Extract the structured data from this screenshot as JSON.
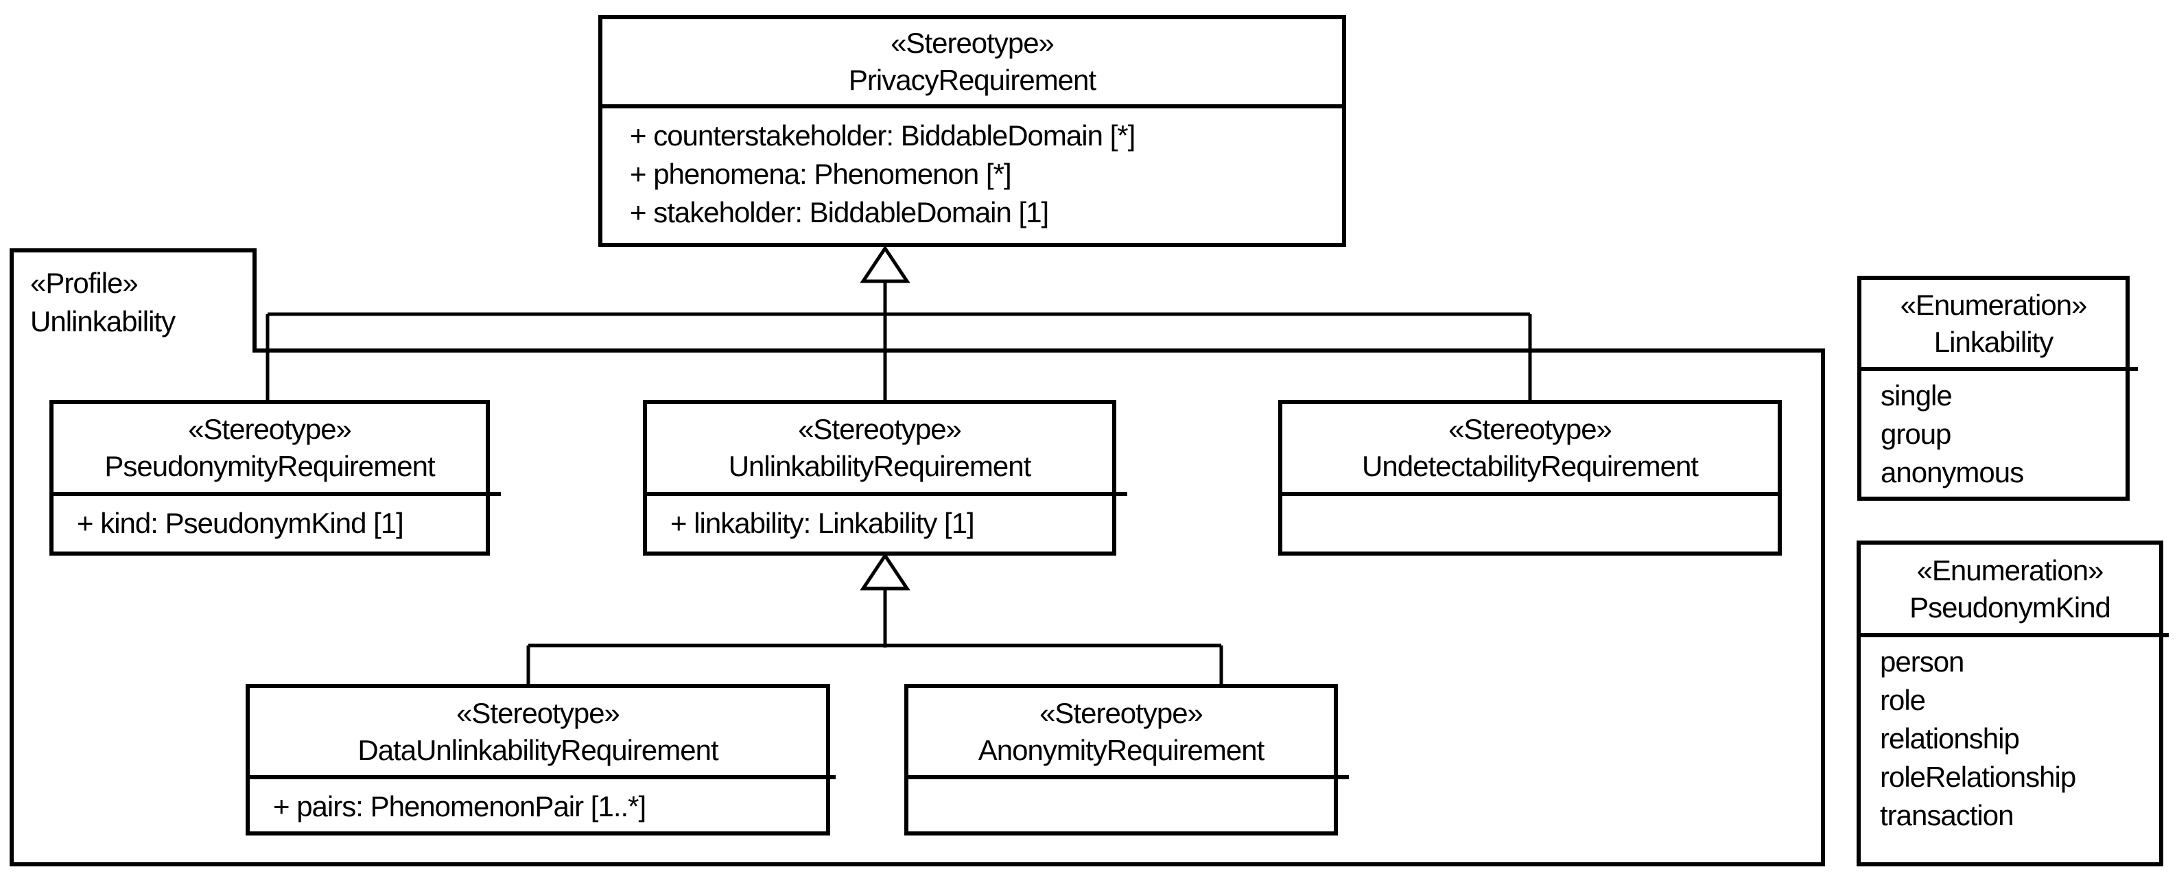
{
  "diagram_kind": "uml-profile-diagram",
  "colors": {
    "line": "#000000",
    "background": "#ffffff",
    "text": "#000000"
  },
  "profile_tab": {
    "keyword": "«Profile»",
    "name": "Unlinkability"
  },
  "classes": {
    "privacy_requirement": {
      "keyword": "«Stereotype»",
      "name": "PrivacyRequirement",
      "attributes": [
        "+ counterstakeholder: BiddableDomain [*]",
        "+ phenomena: Phenomenon [*]",
        "+ stakeholder: BiddableDomain [1]"
      ]
    },
    "pseudonymity_requirement": {
      "keyword": "«Stereotype»",
      "name": "PseudonymityRequirement",
      "attributes": [
        "+ kind: PseudonymKind [1]"
      ]
    },
    "unlinkability_requirement": {
      "keyword": "«Stereotype»",
      "name": "UnlinkabilityRequirement",
      "attributes": [
        "+ linkability: Linkability [1]"
      ]
    },
    "undetectability_requirement": {
      "keyword": "«Stereotype»",
      "name": "UndetectabilityRequirement",
      "attributes": []
    },
    "data_unlinkability_requirement": {
      "keyword": "«Stereotype»",
      "name": "DataUnlinkabilityRequirement",
      "attributes": [
        "+ pairs: PhenomenonPair [1..*]"
      ]
    },
    "anonymity_requirement": {
      "keyword": "«Stereotype»",
      "name": "AnonymityRequirement",
      "attributes": []
    }
  },
  "enumerations": {
    "linkability": {
      "keyword": "«Enumeration»",
      "name": "Linkability",
      "literals": [
        "single",
        "group",
        "anonymous"
      ]
    },
    "pseudonym_kind": {
      "keyword": "«Enumeration»",
      "name": "PseudonymKind",
      "literals": [
        "person",
        "role",
        "relationship",
        "roleRelationship",
        "transaction"
      ]
    }
  },
  "relationships": [
    {
      "type": "generalization",
      "from": "PseudonymityRequirement",
      "to": "PrivacyRequirement"
    },
    {
      "type": "generalization",
      "from": "UnlinkabilityRequirement",
      "to": "PrivacyRequirement"
    },
    {
      "type": "generalization",
      "from": "UndetectabilityRequirement",
      "to": "PrivacyRequirement"
    },
    {
      "type": "generalization",
      "from": "DataUnlinkabilityRequirement",
      "to": "UnlinkabilityRequirement"
    },
    {
      "type": "generalization",
      "from": "AnonymityRequirement",
      "to": "UnlinkabilityRequirement"
    }
  ]
}
